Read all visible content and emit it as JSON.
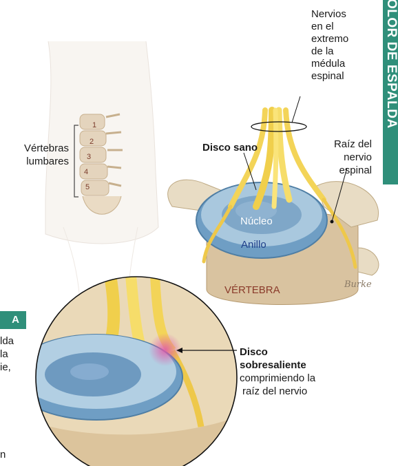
{
  "side_banner": {
    "text": "OLOR DE ESPALDA"
  },
  "left_badge": {
    "text": "A"
  },
  "left_fragments": [
    "lda",
    "la",
    "ie,",
    "n"
  ],
  "spine_overview": {
    "label_line1": "Vértebras",
    "label_line2": "lumbares",
    "numbers": [
      "1",
      "2",
      "3",
      "4",
      "5"
    ]
  },
  "labels": {
    "nerves": [
      "Nervios",
      "en el",
      "extremo",
      "de la",
      "médula",
      "espinal"
    ],
    "healthy_disc": "Disco sano",
    "nerve_root": [
      "Raíz del",
      "nervio",
      "espinal"
    ],
    "nucleus": "Núcleo",
    "annulus": "Anillo",
    "vertebra": "VÉRTEBRA",
    "bulging_title": [
      "Disco",
      "sobresaliente"
    ],
    "bulging_desc": [
      "comprimiendo la",
      "raíz del nervio"
    ],
    "signature": "Burke"
  },
  "colors": {
    "accent": "#2f8f7a",
    "disc_blue": "#5b8fb8",
    "bone": "#e8d8b8",
    "nerve_yellow": "#f2d65a",
    "vertebra_text": "#8a3a2a",
    "annulus_text": "#1f3f8a"
  }
}
